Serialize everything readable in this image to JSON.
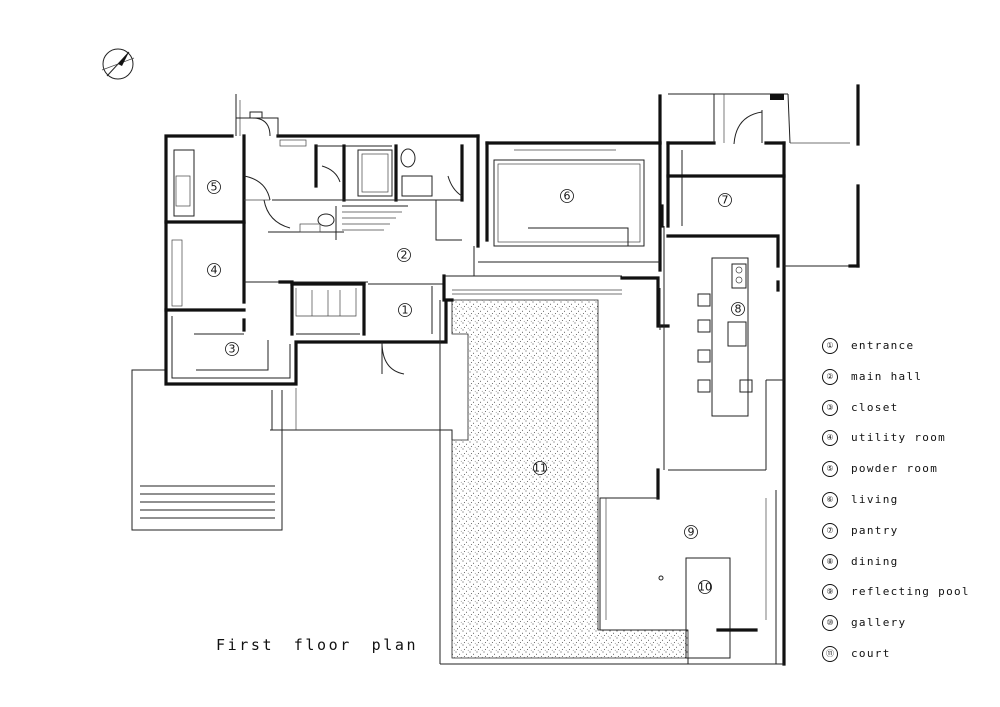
{
  "title": "First floor plan",
  "north_arrow": {
    "icon": "north-arrow-icon"
  },
  "rooms": [
    {
      "num": "①",
      "label": "entrance"
    },
    {
      "num": "②",
      "label": "main hall"
    },
    {
      "num": "③",
      "label": "closet"
    },
    {
      "num": "④",
      "label": "utility room"
    },
    {
      "num": "⑤",
      "label": "powder room"
    },
    {
      "num": "⑥",
      "label": "living"
    },
    {
      "num": "⑦",
      "label": "pantry"
    },
    {
      "num": "⑧",
      "label": "dining"
    },
    {
      "num": "⑨",
      "label": "reflecting pool"
    },
    {
      "num": "⑩",
      "label": "gallery"
    },
    {
      "num": "⑪",
      "label": "court"
    }
  ]
}
